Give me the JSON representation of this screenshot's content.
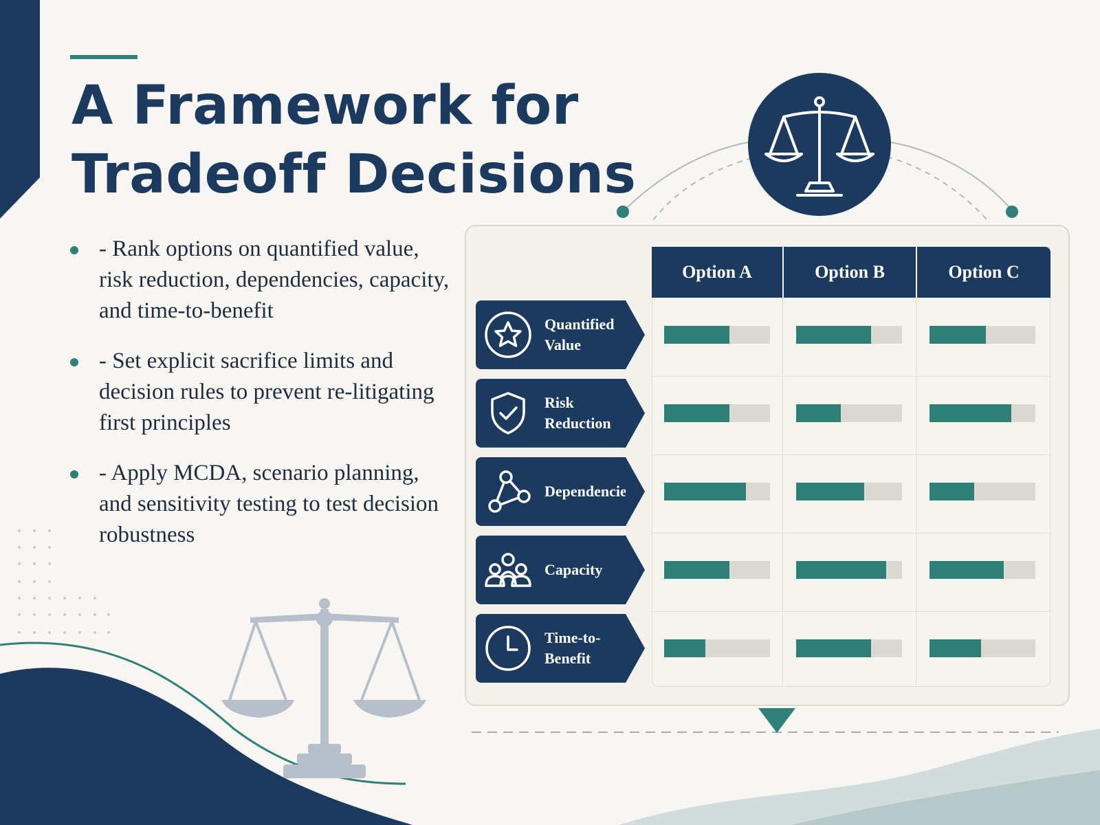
{
  "title": {
    "line1": "A Framework for",
    "line2": "Tradeoff Decisions"
  },
  "bullets": [
    {
      "text": "- Rank options on quantified value, risk reduction, dependencies, capacity, and time-to-benefit"
    },
    {
      "text": "- Set explicit sacrifice limits and decision rules to prevent re-litigating first principles"
    },
    {
      "text": "- Apply MCDA, scenario planning, and sensitivity testing to test decision robustness"
    }
  ],
  "matrix": {
    "options": [
      "Option A",
      "Option B",
      "Option C"
    ],
    "criteria": [
      {
        "label": "Quantified Value",
        "icon": "star-icon",
        "scores": [
          0.62,
          0.71,
          0.53
        ]
      },
      {
        "label": "Risk Reduction",
        "icon": "shield-check-icon",
        "scores": [
          0.62,
          0.42,
          0.77
        ]
      },
      {
        "label": "Dependencies",
        "icon": "network-nodes-icon",
        "scores": [
          0.77,
          0.64,
          0.42
        ]
      },
      {
        "label": "Capacity",
        "icon": "people-group-icon",
        "scores": [
          0.62,
          0.85,
          0.7
        ]
      },
      {
        "label": "Time-to-Benefit",
        "icon": "clock-icon",
        "scores": [
          0.39,
          0.71,
          0.49
        ]
      }
    ]
  },
  "colors": {
    "navy": "#1b3a5e",
    "teal": "#2f8078",
    "track": "#dcd9d2",
    "background": "#f7f6f2"
  },
  "decor": {
    "top_icon": "balance-scale-icon",
    "bottom_icon": "balance-scale-icon"
  }
}
